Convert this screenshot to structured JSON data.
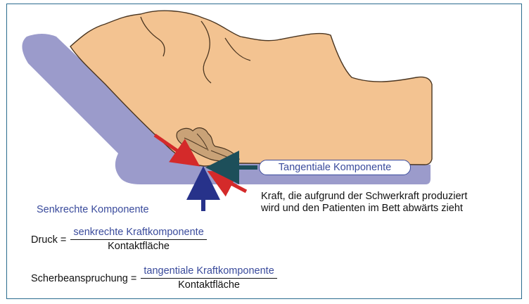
{
  "labels": {
    "tangential": "Tangentiale Komponente",
    "vertical": "Senkrechte Komponente",
    "gravity_line1": "Kraft, die aufgrund der Schwerkraft produziert",
    "gravity_line2": "wird und den Patienten im Bett abwärts zieht"
  },
  "formulas": {
    "pressure": {
      "lhs": "Druck =",
      "numerator": "senkrechte Kraftkomponente",
      "denominator": "Kontaktfläche"
    },
    "shear": {
      "lhs": "Scherbeanspruchung =",
      "numerator": "tangentiale Kraftkomponente",
      "denominator": "Kontaktfläche"
    }
  },
  "colors": {
    "bed": "#9b9bcb",
    "skin": "#f3c391",
    "skin_outline": "#4a3520",
    "wound": "#c9a277",
    "arrow_red": "#d42a2a",
    "arrow_blue": "#27328a",
    "arrow_teal": "#1d4f5a",
    "frame": "#2a6b8e",
    "text_blue": "#3a4b9c"
  },
  "icons": {
    "bed": "bed-mattress-shape",
    "body": "patient-buttocks-shape",
    "wound": "pressure-ulcer-shape"
  }
}
